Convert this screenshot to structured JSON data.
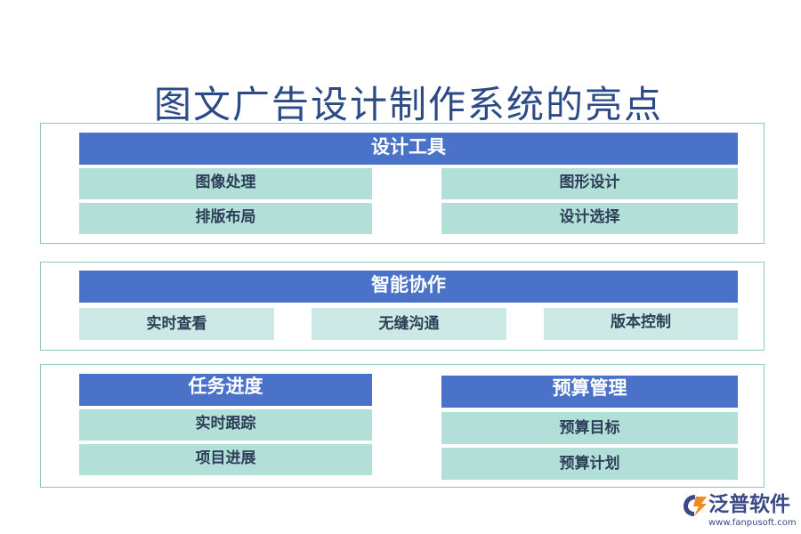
{
  "title": "图文广告设计制作系统的亮点",
  "sections": [
    {
      "heading": "设计工具",
      "items": [
        "图像处理",
        "图形设计",
        "排版布局",
        "设计选择"
      ]
    },
    {
      "heading": "智能协作",
      "items": [
        "实时查看",
        "无缝沟通",
        "版本控制"
      ]
    },
    {
      "groups": [
        {
          "heading": "任务进度",
          "items": [
            "实时跟踪",
            "项目进展"
          ]
        },
        {
          "heading": "预算管理",
          "items": [
            "预算目标",
            "预算计划"
          ]
        }
      ]
    }
  ],
  "logo": {
    "name": "泛普软件",
    "url": "www.fanpusoft.com"
  },
  "colors": {
    "title": "#2b4a86",
    "heading_bg": "#4a72c8",
    "cell_bg": "#b3dfd9",
    "cell_bg_light": "#cde9e5",
    "panel_border": "#8fc9c6"
  }
}
